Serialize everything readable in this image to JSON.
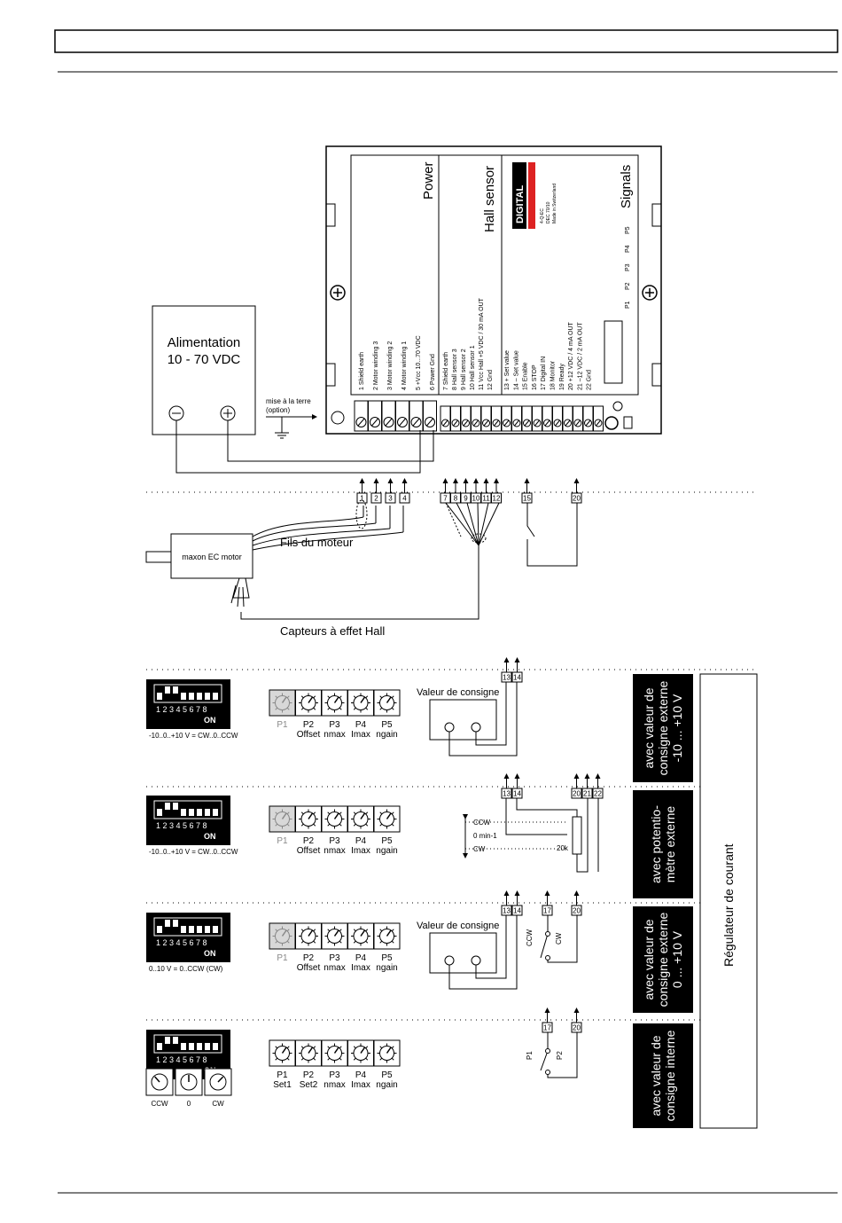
{
  "controller": {
    "power_title": "Power",
    "hall_title": "Hall sensor",
    "signals_title": "Signals",
    "brand": "DIGITAL",
    "label_lines": [
      "4-Q-EC",
      "DEC 70/10",
      "Made in Switzerland"
    ],
    "power_pins": [
      "1  Shield earth",
      "2  Motor winding 3",
      "3  Motor winding 2",
      "4  Motor winding 1",
      "5  +Vcc 10...70 VDC",
      "6  Power Gnd"
    ],
    "hall_pins": [
      "7  Shield earth",
      "8  Hall sensor 3",
      "9  Hall sensor 2",
      "10  Hall sensor 1",
      "11  Vcc Hall +5 VDC / 30 mA OUT",
      "12  Gnd"
    ],
    "signal_pins": [
      "13  + Set value",
      "14  – Set value",
      "15  Enable",
      "16  STOP",
      "17  Digital IN",
      "18  Monitor",
      "19  Ready",
      "20  +12 VDC / 4 mA OUT",
      "21  –12 VDC / 2 mA OUT",
      "22  Gnd"
    ],
    "pots": [
      "P1",
      "P2",
      "P3",
      "P4",
      "P5"
    ],
    "dip_on": "ON",
    "dip_numbers": "1 2 3 4 5 6 7 8"
  },
  "supply": {
    "title_line1": "Alimentation",
    "title_line2": "10 - 70 VDC",
    "earth_line1": "mise à la terre",
    "earth_line2": "(option)"
  },
  "motor": {
    "label": "maxon EC motor",
    "wires": "Fils du moteur",
    "hall": "Capteurs à effet Hall",
    "terminals_power": [
      "1",
      "2",
      "3",
      "4"
    ],
    "terminals_hall": [
      "7",
      "8",
      "9",
      "10",
      "11",
      "12"
    ],
    "enable_terminals": [
      "15",
      "20"
    ]
  },
  "modes": [
    {
      "dip_caption": "-10..0..+10 V = CW..0..CCW",
      "pot_names": [
        "P1",
        "P2",
        "P3",
        "P4",
        "P5"
      ],
      "pot_subs": [
        "",
        "Offset",
        "nmax",
        "Imax",
        "ngain"
      ],
      "setpoint": "Valeur de consigne",
      "terminals": [
        "13",
        "14"
      ],
      "side_label": [
        "avec valeur de",
        "consigne externe",
        "-10 ... +10 V"
      ]
    },
    {
      "dip_caption": "-10..0..+10 V = CW..0..CCW",
      "pot_names": [
        "P1",
        "P2",
        "P3",
        "P4",
        "P5"
      ],
      "pot_subs": [
        "",
        "Offset",
        "nmax",
        "Imax",
        "ngain"
      ],
      "terminals": [
        "13",
        "14",
        "20",
        "21",
        "22"
      ],
      "ccw": "CCW",
      "zero": "0 min-1",
      "cw": "CW",
      "pot_value": "20k",
      "side_label": [
        "avec potentio-",
        "mètre externe"
      ]
    },
    {
      "dip_caption": "0..10 V = 0..CCW (CW)",
      "pot_names": [
        "P1",
        "P2",
        "P3",
        "P4",
        "P5"
      ],
      "pot_subs": [
        "",
        "Offset",
        "nmax",
        "Imax",
        "ngain"
      ],
      "setpoint": "Valeur de consigne",
      "terminals": [
        "13",
        "14",
        "17",
        "20"
      ],
      "ccw": "CCW",
      "cw": "CW",
      "side_label": [
        "avec valeur de",
        "consigne externe",
        "0 ... +10 V"
      ]
    },
    {
      "pot_names": [
        "P1",
        "P2",
        "P3",
        "P4",
        "P5"
      ],
      "pot_subs": [
        "Set1",
        "Set2",
        "nmax",
        "Imax",
        "ngain"
      ],
      "terminals": [
        "17",
        "20"
      ],
      "p1": "P1",
      "p2": "P2",
      "knob_labels": [
        "CCW",
        "0",
        "CW"
      ],
      "side_label": [
        "avec valeur de",
        "consigne interne"
      ]
    }
  ],
  "regulator_label": "Régulateur de courant"
}
